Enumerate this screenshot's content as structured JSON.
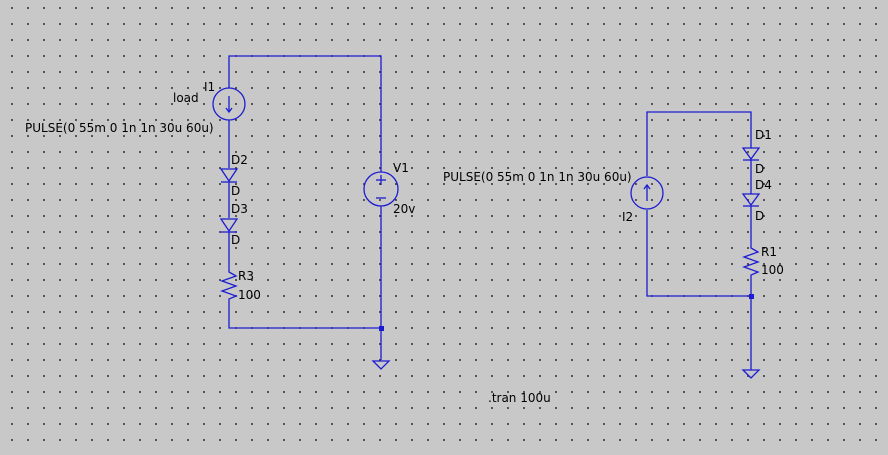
{
  "schematic": {
    "left_circuit": {
      "current_source": {
        "name": "I1",
        "label": "load",
        "value": "PULSE(0 55m 0 1n 1n 30u 60u)"
      },
      "diodes": [
        {
          "name": "D2",
          "model": "D"
        },
        {
          "name": "D3",
          "model": "D"
        }
      ],
      "resistor": {
        "name": "R3",
        "value": "100"
      },
      "voltage_source": {
        "name": "V1",
        "value": "20v"
      }
    },
    "right_circuit": {
      "current_source": {
        "name": "I2",
        "value": "PULSE(0 55m 0 1n 1n 30u 60u)"
      },
      "diodes": [
        {
          "name": "D1",
          "model": "D"
        },
        {
          "name": "D4",
          "model": "D"
        }
      ],
      "resistor": {
        "name": "R1",
        "value": "100"
      }
    },
    "directive": ".tran 100u"
  },
  "colors": {
    "wire": "#1c1cd2",
    "background": "#c8c8c8",
    "grid_dot": "#3a3a3a",
    "text": "#000000"
  }
}
